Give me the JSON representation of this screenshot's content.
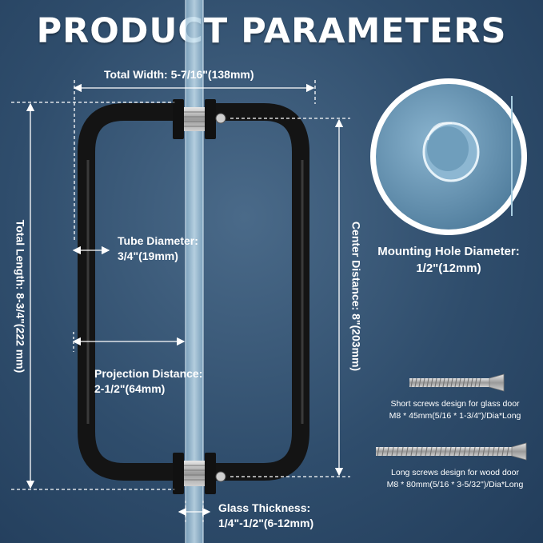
{
  "title": "PRODUCT PARAMETERS",
  "labels": {
    "total_width": "Total Width: 5-7/16\"(138mm)",
    "total_length": "Total Length: 8-3/4\"(222 mm)",
    "center_distance": "Center Distance: 8\"(203mm)",
    "tube_diameter_line1": "Tube Diameter:",
    "tube_diameter_line2": "3/4\"(19mm)",
    "projection_line1": "Projection Distance:",
    "projection_line2": "2-1/2\"(64mm)",
    "glass_line1": "Glass Thickness:",
    "glass_line2": "1/4\"-1/2\"(6-12mm)",
    "hole_line1": "Mounting Hole Diameter:",
    "hole_line2": "1/2\"(12mm)",
    "short_screw_line1": "Short screws design for glass door",
    "short_screw_line2": "M8 * 45mm(5/16 * 1-3/4\")/Dia*Long",
    "long_screw_line1": "Long screws design for wood door",
    "long_screw_line2": "M8 * 80mm(5/16 * 3-5/32\")/Dia*Long"
  },
  "colors": {
    "background": "#2f4d6c",
    "handle": "#141414",
    "dimension_line": "#ffffff",
    "glass": "#9fc3da"
  },
  "icons": {
    "handle": "door-pull-handle-icon",
    "screw": "screw-icon",
    "hole": "mounting-hole-icon"
  }
}
